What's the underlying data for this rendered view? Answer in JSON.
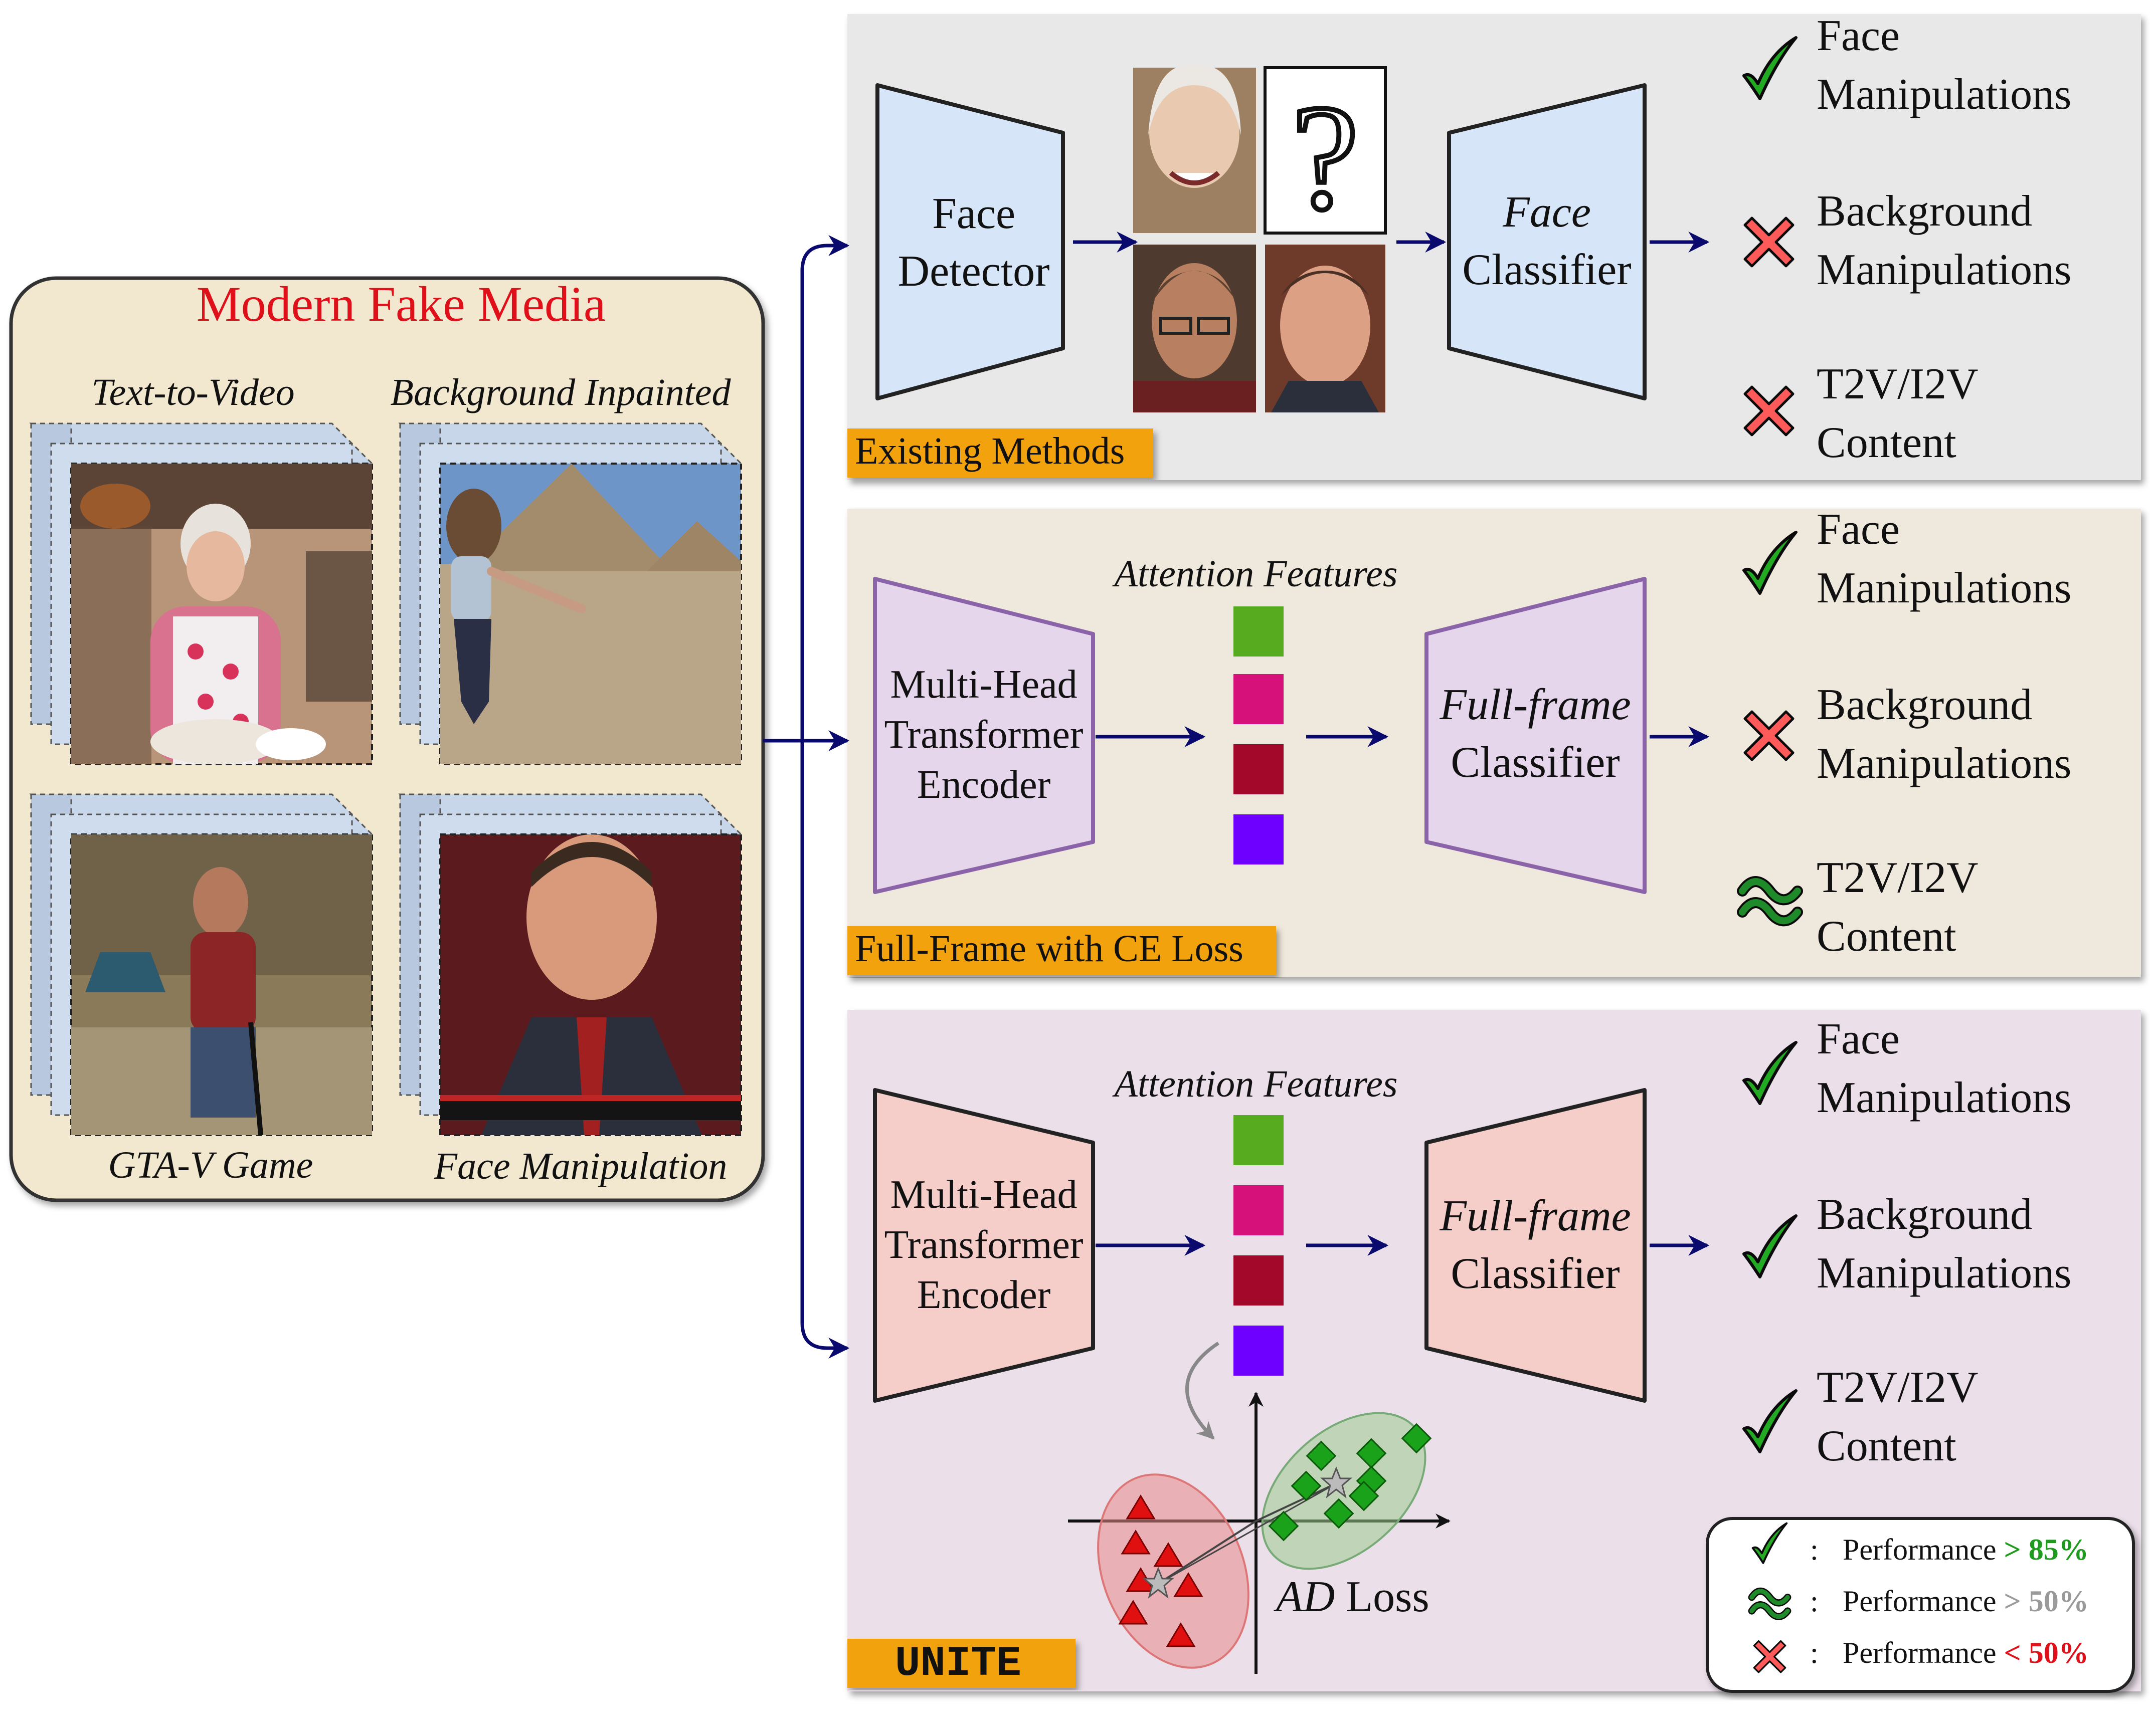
{
  "left_panel": {
    "title": "Modern Fake Media",
    "captions": [
      "Text-to-Video",
      "Background Inpainted",
      "GTA-V Game",
      "Face Manipulation"
    ]
  },
  "rows": [
    {
      "tag": "Existing Methods",
      "encoder": [
        "Face",
        "Detector"
      ],
      "question_mark": "?",
      "classifier": [
        "Face",
        "Classifier"
      ],
      "results": [
        {
          "status": "check",
          "lines": [
            "Face",
            "Manipulations"
          ]
        },
        {
          "status": "cross",
          "lines": [
            "Background",
            "Manipulations"
          ]
        },
        {
          "status": "cross",
          "lines": [
            "T2V/I2V",
            "Content"
          ]
        }
      ]
    },
    {
      "tag": "Full-Frame with CE Loss",
      "encoder": [
        "Multi-Head",
        "Transformer",
        "Encoder"
      ],
      "features_label": "Attention Features",
      "classifier": [
        "Full-frame",
        "Classifier"
      ],
      "results": [
        {
          "status": "check",
          "lines": [
            "Face",
            "Manipulations"
          ]
        },
        {
          "status": "cross",
          "lines": [
            "Background",
            "Manipulations"
          ]
        },
        {
          "status": "approx",
          "lines": [
            "T2V/I2V",
            "Content"
          ]
        }
      ]
    },
    {
      "tag": "UNITE",
      "encoder": [
        "Multi-Head",
        "Transformer",
        "Encoder"
      ],
      "features_label": "Attention Features",
      "classifier": [
        "Full-frame",
        "Classifier"
      ],
      "loss_label": {
        "italic": "AD",
        "rest": " Loss"
      },
      "results": [
        {
          "status": "check",
          "lines": [
            "Face",
            "Manipulations"
          ]
        },
        {
          "status": "check",
          "lines": [
            "Background",
            "Manipulations"
          ]
        },
        {
          "status": "check",
          "lines": [
            "T2V/I2V",
            "Content"
          ]
        }
      ]
    }
  ],
  "legend": [
    {
      "icon": "check",
      "colon": ":",
      "label": "Performance ",
      "value": "> 85%",
      "color": "#1e9a1e"
    },
    {
      "icon": "approx",
      "colon": ":",
      "label": "Performance ",
      "value": "> 50%",
      "color": "#9a9a9a"
    },
    {
      "icon": "cross",
      "colon": ":",
      "label": "Performance ",
      "value": "< 50%",
      "color": "#e0101a"
    }
  ],
  "colors": {
    "row1_bg": "#e8e8e8",
    "row2_bg": "#efe9dd",
    "row3_bg": "#ebdfea",
    "left_bg": "#f2e8cf",
    "tag_bg": "#f2a20b",
    "arrow": "#0a0a6e",
    "title_red": "#e0101a",
    "face_trap": "#d6e5f7",
    "face_trap_stroke": "#222222",
    "purple_trap": "#e5d6ec",
    "purple_trap_stroke": "#8a63a8",
    "pink_trap": "#f6cec9",
    "pink_trap_stroke": "#222222",
    "feat": [
      "#56ab1f",
      "#d6117a",
      "#a3072a",
      "#6e00ff"
    ],
    "check": "#22aa22",
    "cross": "#ff5a5a",
    "approx": "#1f8a2a"
  }
}
